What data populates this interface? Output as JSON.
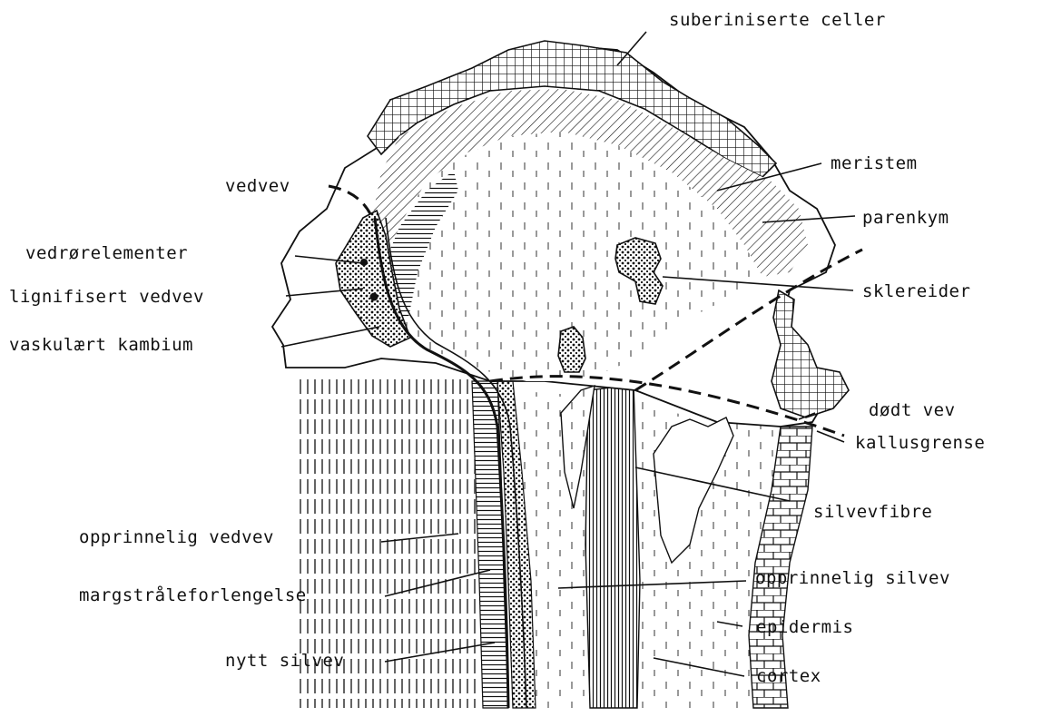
{
  "labels": {
    "suberiniserte_celler": "suberiniserte celler",
    "meristem": "meristem",
    "vedvev": "vedvev",
    "parenkym": "parenkym",
    "vedrorelementer": "vedrørelementer",
    "sklereider": "sklereider",
    "lignifisert_vedvev": "lignifisert vedvev",
    "vaskulaert_kambium": "vaskulært kambium",
    "dodt_vev": "dødt vev",
    "kallusgrense": "kallusgrense",
    "silvevfibre": "silvevfibre",
    "opprinnelig_vedvev": "opprinnelig vedvev",
    "margstraleforlengelse": "margstråleforlengelse",
    "opprinnelig_silvev": "opprinnelig silvev",
    "epidermis": "epidermis",
    "nytt_silvev": "nytt silvev",
    "cortex": "cortex"
  }
}
